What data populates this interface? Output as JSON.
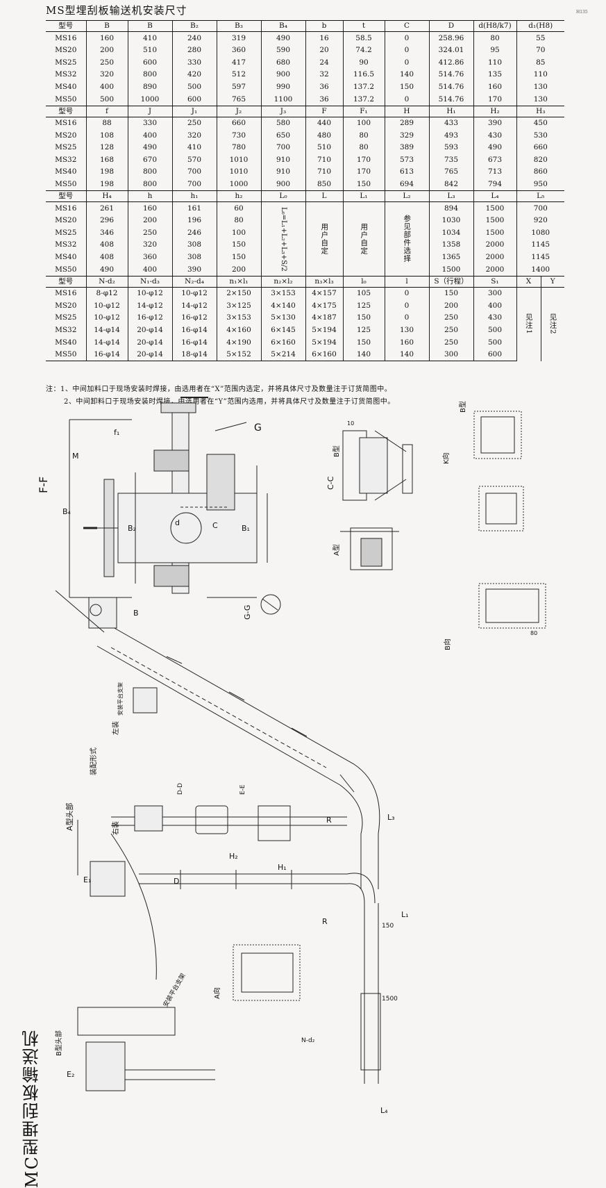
{
  "doc_title": "MS型埋刮板输送机安装尺寸",
  "page_no": "H135",
  "blocks": [
    {
      "header": [
        "型号",
        "B",
        "B",
        "B₂",
        "B₃",
        "B₄",
        "b",
        "t",
        "C",
        "D",
        "d(H8/k7)",
        "d₁(H8)"
      ],
      "rows": [
        [
          "MS16",
          "160",
          "410",
          "240",
          "319",
          "490",
          "16",
          "58.5",
          "0",
          "258.96",
          "80",
          "55"
        ],
        [
          "MS20",
          "200",
          "510",
          "280",
          "360",
          "590",
          "20",
          "74.2",
          "0",
          "324.01",
          "95",
          "70"
        ],
        [
          "MS25",
          "250",
          "600",
          "330",
          "417",
          "680",
          "24",
          "90",
          "0",
          "412.86",
          "110",
          "85"
        ],
        [
          "MS32",
          "320",
          "800",
          "420",
          "512",
          "900",
          "32",
          "116.5",
          "140",
          "514.76",
          "135",
          "110"
        ],
        [
          "MS40",
          "400",
          "890",
          "500",
          "597",
          "990",
          "36",
          "137.2",
          "150",
          "514.76",
          "160",
          "130"
        ],
        [
          "MS50",
          "500",
          "1000",
          "600",
          "765",
          "1100",
          "36",
          "137.2",
          "0",
          "514.76",
          "170",
          "130"
        ]
      ]
    },
    {
      "header": [
        "型号",
        "f",
        "J",
        "J₁",
        "J₂",
        "J₃",
        "F",
        "F₁",
        "H",
        "H₁",
        "H₂",
        "H₃"
      ],
      "rows": [
        [
          "MS16",
          "88",
          "330",
          "250",
          "660",
          "580",
          "440",
          "100",
          "289",
          "433",
          "390",
          "450"
        ],
        [
          "MS20",
          "108",
          "400",
          "320",
          "730",
          "650",
          "480",
          "80",
          "329",
          "493",
          "430",
          "530"
        ],
        [
          "MS25",
          "128",
          "490",
          "410",
          "780",
          "700",
          "510",
          "80",
          "389",
          "593",
          "490",
          "660"
        ],
        [
          "MS32",
          "168",
          "670",
          "570",
          "1010",
          "910",
          "710",
          "170",
          "573",
          "735",
          "673",
          "820"
        ],
        [
          "MS40",
          "198",
          "800",
          "700",
          "1010",
          "910",
          "710",
          "170",
          "613",
          "765",
          "713",
          "860"
        ],
        [
          "MS50",
          "198",
          "800",
          "700",
          "1000",
          "900",
          "850",
          "150",
          "694",
          "842",
          "794",
          "950"
        ]
      ]
    },
    {
      "header": [
        "型号",
        "H₄",
        "h",
        "h₁",
        "h₂",
        "L₀",
        "L",
        "L₁",
        "L₂",
        "L₃",
        "L₄",
        "L₅"
      ],
      "merged": {
        "l0": "L₀=L₁+L₂+L₃+S/2",
        "l": "用户自定",
        "l1": "用户自定",
        "l2": "参见部件选择"
      },
      "rows": [
        [
          "MS16",
          "261",
          "160",
          "161",
          "60",
          "894",
          "1500",
          "700"
        ],
        [
          "MS20",
          "296",
          "200",
          "196",
          "80",
          "1030",
          "1500",
          "920"
        ],
        [
          "MS25",
          "346",
          "250",
          "246",
          "100",
          "1034",
          "1500",
          "1080"
        ],
        [
          "MS32",
          "408",
          "320",
          "308",
          "150",
          "1358",
          "2000",
          "1145"
        ],
        [
          "MS40",
          "408",
          "360",
          "308",
          "150",
          "1365",
          "2000",
          "1145"
        ],
        [
          "MS50",
          "490",
          "400",
          "390",
          "200",
          "1500",
          "2000",
          "1400"
        ]
      ]
    },
    {
      "header": [
        "型号",
        "N-d₂",
        "N₁-d₃",
        "N₂-d₄",
        "n₁×l₁",
        "n₂×l₂",
        "n₃×l₃",
        "l₀",
        "l",
        "S（行程）",
        "S₁",
        "X",
        "Y"
      ],
      "merged": {
        "x": "见注1",
        "y": "见注2"
      },
      "rows": [
        [
          "MS16",
          "8-φ12",
          "10-φ12",
          "10-φ12",
          "2×150",
          "3×153",
          "4×157",
          "105",
          "0",
          "150",
          "300"
        ],
        [
          "MS20",
          "10-φ12",
          "14-φ12",
          "14-φ12",
          "3×125",
          "4×140",
          "4×175",
          "125",
          "0",
          "200",
          "400"
        ],
        [
          "MS25",
          "10-φ12",
          "16-φ12",
          "16-φ12",
          "3×153",
          "5×130",
          "4×187",
          "150",
          "0",
          "250",
          "430"
        ],
        [
          "MS32",
          "14-φ14",
          "20-φ14",
          "16-φ14",
          "4×160",
          "6×145",
          "5×194",
          "125",
          "130",
          "250",
          "500"
        ],
        [
          "MS40",
          "14-φ14",
          "20-φ14",
          "16-φ14",
          "4×190",
          "6×160",
          "5×194",
          "150",
          "160",
          "250",
          "500"
        ],
        [
          "MS50",
          "16-φ14",
          "20-φ14",
          "18-φ14",
          "5×152",
          "5×214",
          "6×160",
          "140",
          "140",
          "300",
          "600"
        ]
      ]
    }
  ],
  "notes": [
    "注：1、中间加料口于现场安装时焊接，由选用者在“X”范围内选定，并将具体尺寸及数量注于订货简图中。",
    "2、中间卸料口于现场安装时焊接，由选用者在“Y”范围内选用，并将具体尺寸及数量注于订货简图中。"
  ],
  "side_title": "MC型埋刮板输送机",
  "drawing_labels": {
    "ff": "F-F",
    "cc": "C-C",
    "gg": "G-G",
    "dd": "D-D",
    "ee": "E-E",
    "b_type": "B型",
    "a_type": "A型",
    "b_type2": "B型",
    "k_dir": "K向",
    "b_dir": "B向",
    "a_dir": "A向",
    "left_install": "左装",
    "right_install": "右装",
    "assembly": "装配形式",
    "a_head": "A型头部",
    "b_head": "B型头部",
    "platform": "安装平台支架",
    "platform2": "安装平台支架",
    "M": "M",
    "B4": "B₄",
    "B2": "B₂",
    "B1": "B₁",
    "f1": "f₁",
    "G": "G",
    "d": "d",
    "C": "C",
    "B": "B",
    "R": "R",
    "L3": "L₃",
    "L1": "L₁",
    "L4": "L₄",
    "n150": "150",
    "n1500": "1500",
    "n10": "10",
    "n80": "80",
    "H2": "H₂",
    "H1": "H₁",
    "E1": "E₁",
    "E2": "E₂",
    "D": "D",
    "N_d2": "N-d₂"
  }
}
